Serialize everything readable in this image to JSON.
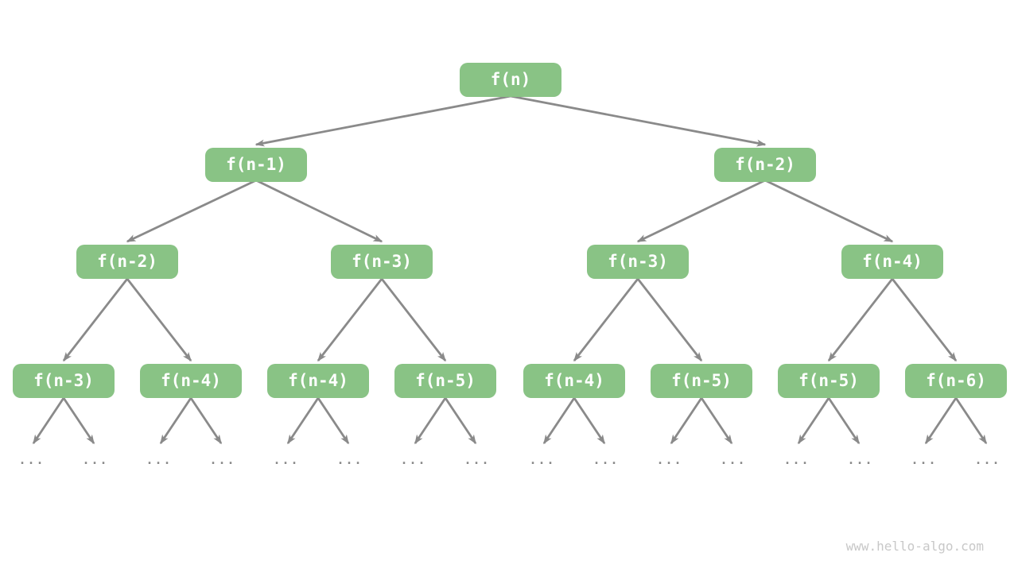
{
  "diagram": {
    "type": "recursion-tree",
    "nodes": [
      {
        "label": "f(n)",
        "level": 1
      },
      {
        "label": "f(n-1)",
        "level": 2
      },
      {
        "label": "f(n-2)",
        "level": 2
      },
      {
        "label": "f(n-2)",
        "level": 3
      },
      {
        "label": "f(n-3)",
        "level": 3
      },
      {
        "label": "f(n-3)",
        "level": 3
      },
      {
        "label": "f(n-4)",
        "level": 3
      },
      {
        "label": "f(n-3)",
        "level": 4
      },
      {
        "label": "f(n-4)",
        "level": 4
      },
      {
        "label": "f(n-4)",
        "level": 4
      },
      {
        "label": "f(n-5)",
        "level": 4
      },
      {
        "label": "f(n-4)",
        "level": 4
      },
      {
        "label": "f(n-5)",
        "level": 4
      },
      {
        "label": "f(n-5)",
        "level": 4
      },
      {
        "label": "f(n-6)",
        "level": 4
      }
    ],
    "edges": [
      [
        0,
        1
      ],
      [
        0,
        2
      ],
      [
        1,
        3
      ],
      [
        1,
        4
      ],
      [
        2,
        5
      ],
      [
        2,
        6
      ],
      [
        3,
        7
      ],
      [
        3,
        8
      ],
      [
        4,
        9
      ],
      [
        4,
        10
      ],
      [
        5,
        11
      ],
      [
        5,
        12
      ],
      [
        6,
        13
      ],
      [
        6,
        14
      ]
    ],
    "ellipsis": "...",
    "watermark": "www.hello-algo.com",
    "colors": {
      "node_fill": "#89C385",
      "node_text": "#FFFFFF",
      "arrow": "#8A8A8A",
      "watermark": "#C8C8C8",
      "background": "#FFFFFF"
    }
  }
}
